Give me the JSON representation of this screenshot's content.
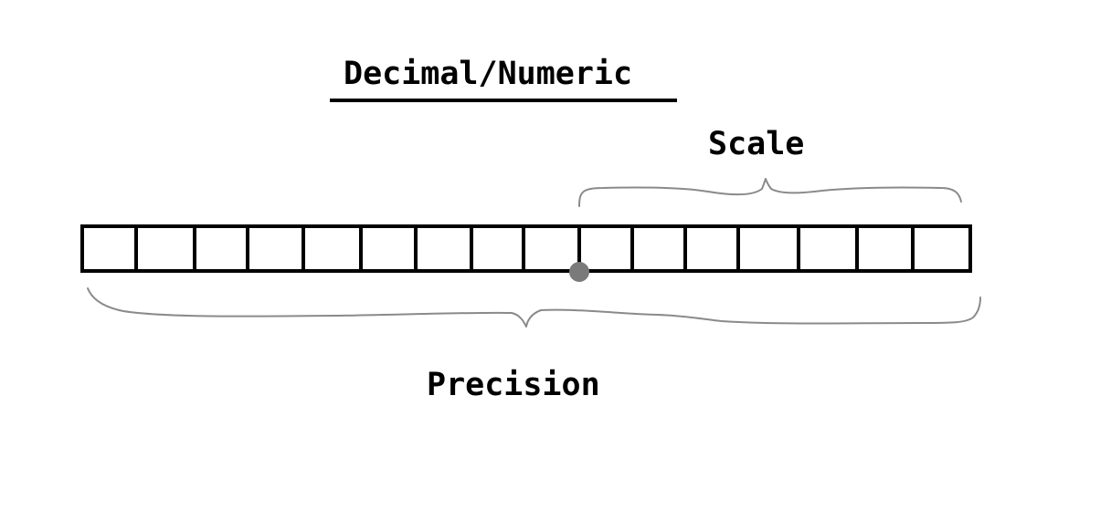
{
  "title": "Decimal/Numeric",
  "scale_label": "Scale",
  "precision_label": "Precision",
  "digits": {
    "total": 16,
    "scale": 7
  },
  "colors": {
    "ink": "#000000",
    "brace": "#8a8a8a",
    "decimal_point": "#7a7a7a"
  }
}
